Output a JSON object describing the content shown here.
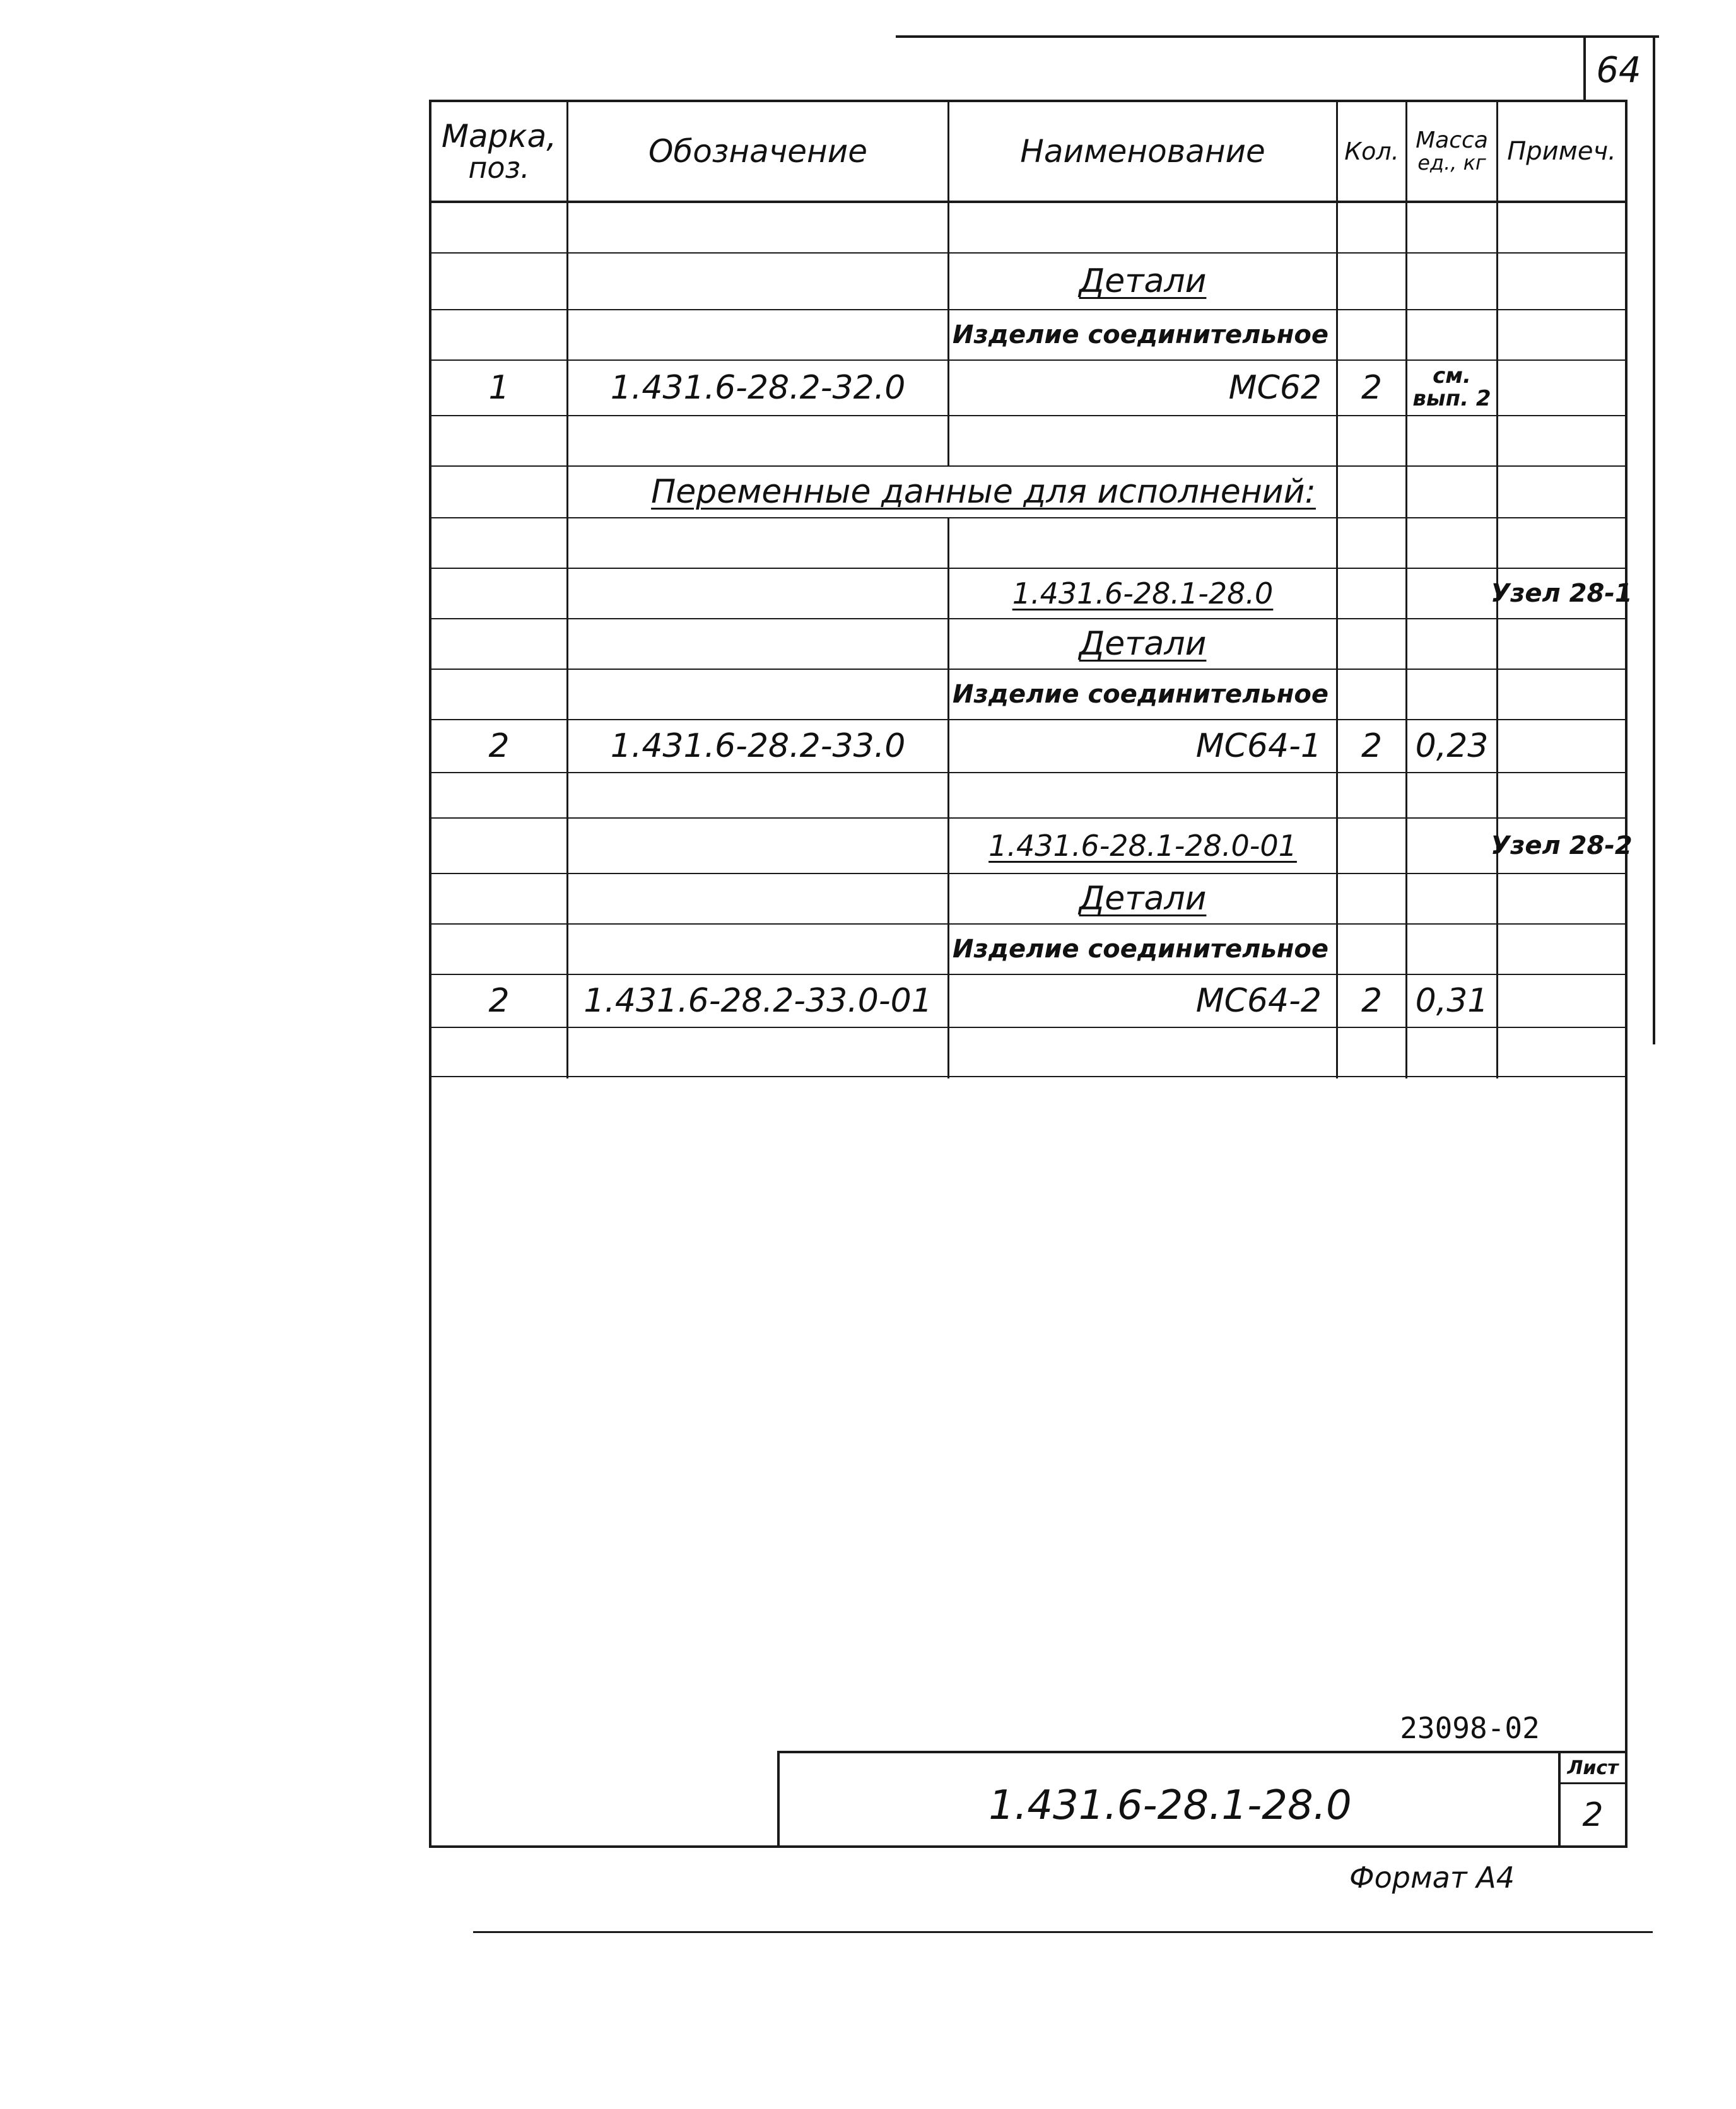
{
  "page_number": "64",
  "header": {
    "marka": "Марка,",
    "poz": "поз.",
    "oboznachenie": "Обозначение",
    "naimenovanie": "Наименование",
    "kol": "Кол.",
    "massa": "Масса",
    "massa_unit": "ед., кг",
    "primech": "Примеч."
  },
  "rows": {
    "r1": {
      "name": "Детали"
    },
    "r2": {
      "name": "Изделие соединительное"
    },
    "r3": {
      "pos": "1",
      "code": "1.431.6-28.2-32.0",
      "name": "МС62",
      "qty": "2",
      "mass_line1": "см.",
      "mass_line2": "вып. 2"
    },
    "r4": {
      "text": "Переменные данные для исполнений:"
    },
    "r5": {
      "name": "1.431.6-28.1-28.0",
      "note": "Узел 28-1"
    },
    "r6": {
      "name": "Детали"
    },
    "r7": {
      "name": "Изделие соединительное"
    },
    "r8": {
      "pos": "2",
      "code": "1.431.6-28.2-33.0",
      "name": "МС64-1",
      "qty": "2",
      "mass": "0,23"
    },
    "r9": {
      "name": "1.431.6-28.1-28.0-01",
      "note": "Узел 28-2"
    },
    "r10": {
      "name": "Детали"
    },
    "r11": {
      "name": "Изделие соединительное"
    },
    "r12": {
      "pos": "2",
      "code": "1.431.6-28.2-33.0-01",
      "name": "МС64-2",
      "qty": "2",
      "mass": "0,31"
    }
  },
  "inventory_number": "23098-02",
  "title_block": {
    "designation": "1.431.6-28.1-28.0",
    "sheet_label": "Лист",
    "sheet_number": "2"
  },
  "format_label": "Формат А4"
}
